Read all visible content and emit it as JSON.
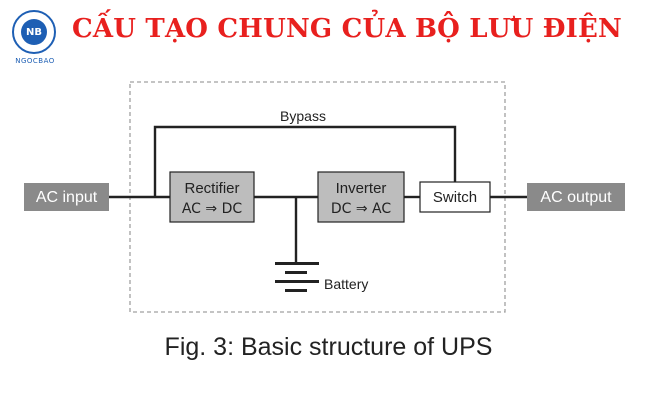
{
  "header": {
    "logo_text": "NB",
    "logo_caption": "NGOCBAO",
    "title": "CẤU TẠO CHUNG CỦA BỘ LƯU ĐIỆN"
  },
  "diagram": {
    "ac_input": "AC input",
    "ac_output": "AC output",
    "bypass": "Bypass",
    "rectifier_name": "Rectifier",
    "rectifier_function": "AC ⇒ DC",
    "inverter_name": "Inverter",
    "inverter_function": "DC ⇒ AC",
    "switch": "Switch",
    "battery": "Battery"
  },
  "caption": "Fig. 3: Basic structure of UPS",
  "colors": {
    "title": "#e8201e",
    "logo": "#1e5fb4",
    "dark_box": "#8a8a8a",
    "light_box": "#bdbdbd",
    "line": "#222222",
    "dashed_border": "#a0a0a0"
  }
}
